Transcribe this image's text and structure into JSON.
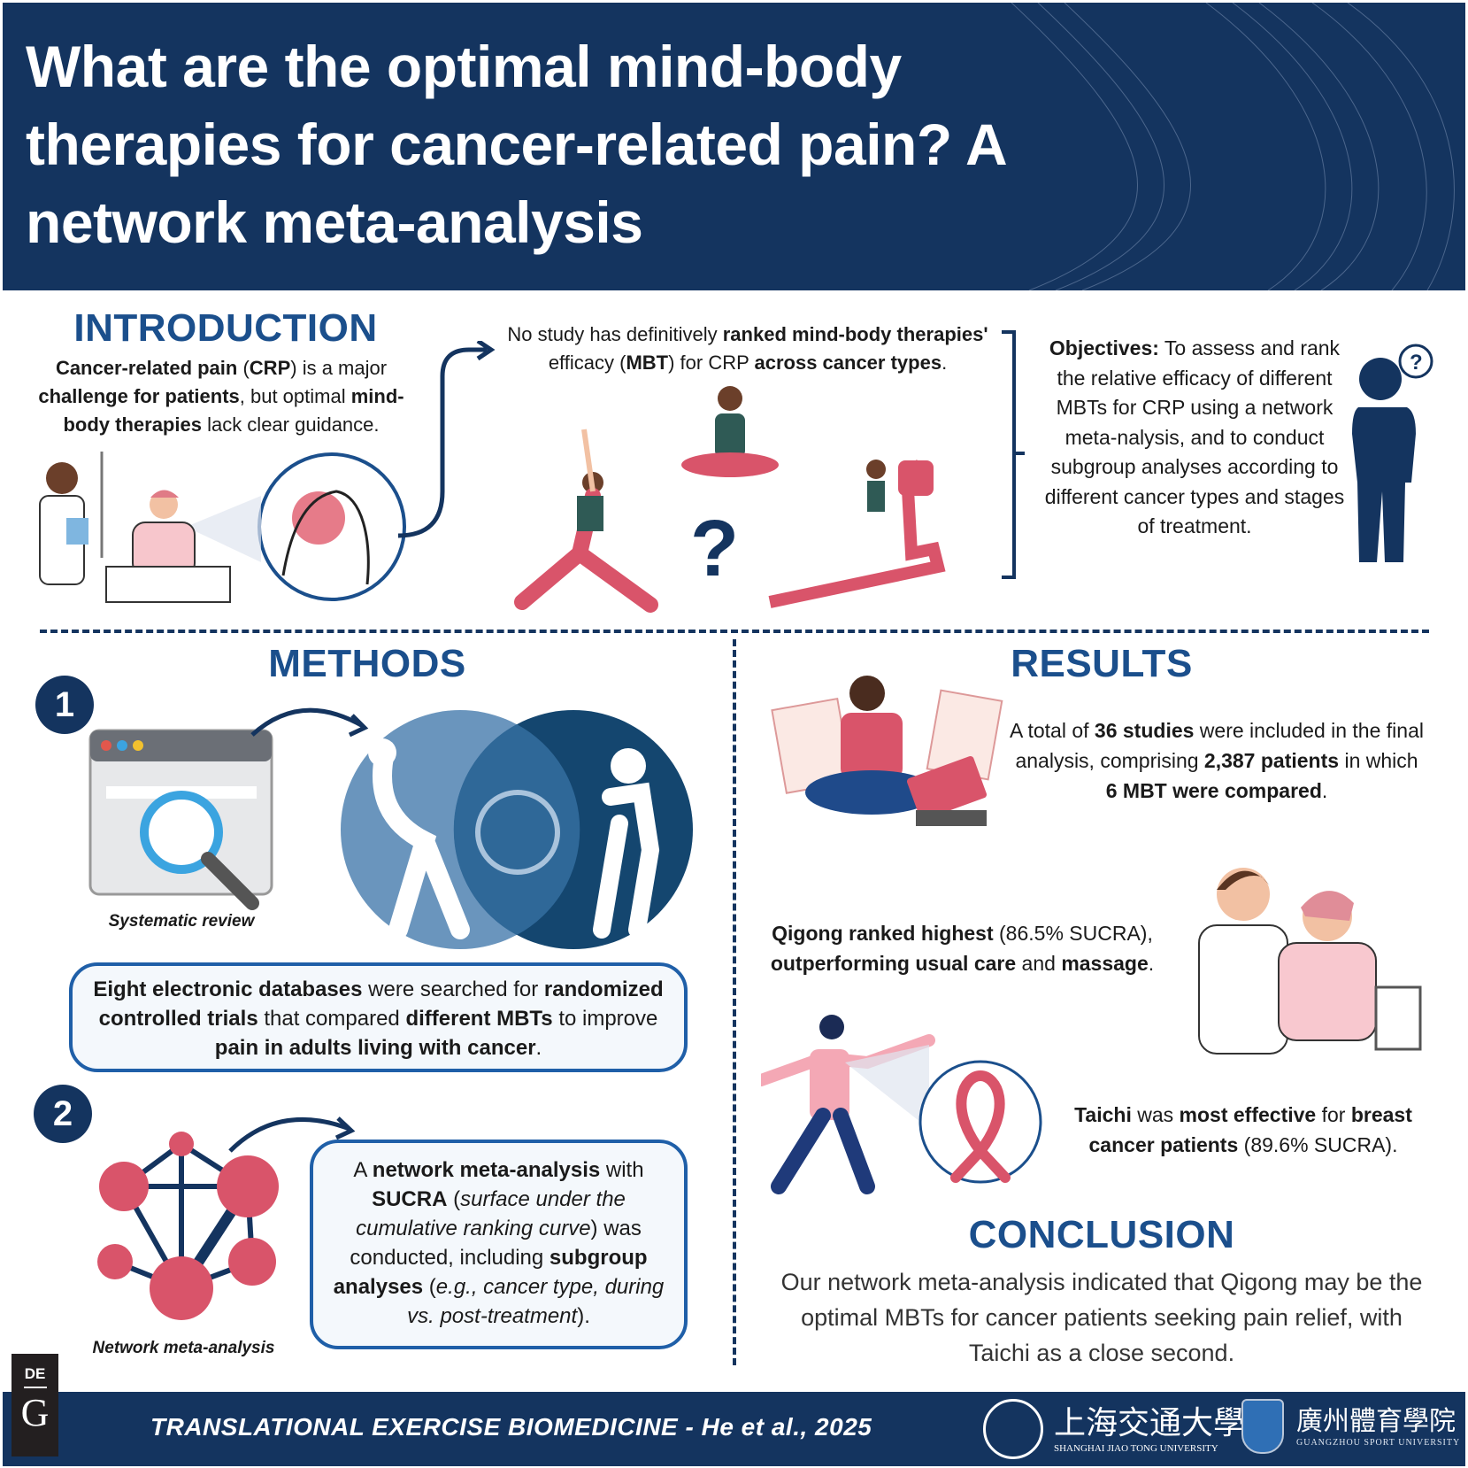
{
  "header": {
    "title": "What are the optimal mind-body therapies for cancer-related pain? A network meta-analysis"
  },
  "introduction": {
    "heading": "INTRODUCTION",
    "text": [
      [
        "Cancer-related pain",
        "b"
      ],
      [
        " (",
        ""
      ],
      [
        "CRP",
        "b"
      ],
      [
        ") is a major ",
        ""
      ],
      [
        "challenge for patients",
        "b"
      ],
      [
        ", but optimal ",
        ""
      ],
      [
        "mind-body therapies",
        "b"
      ],
      [
        " lack clear guidance.",
        ""
      ]
    ],
    "gap": [
      [
        "No study has definitively ",
        ""
      ],
      [
        "ranked mind-body therapies'",
        "b"
      ],
      [
        " efficacy (",
        ""
      ],
      [
        "MBT",
        "b"
      ],
      [
        ") for CRP ",
        ""
      ],
      [
        "across cancer types",
        "b"
      ],
      [
        ".",
        ""
      ]
    ],
    "question_mark": "?",
    "objectives": [
      [
        "Objectives:",
        "b"
      ],
      [
        "  To assess and rank the relative efficacy of different MBTs for CRP using a network meta-nalysis, and to conduct subgroup analyses according to different cancer types and stages of treatment.",
        ""
      ]
    ]
  },
  "methods": {
    "heading": "METHODS",
    "step1": {
      "number": "1",
      "label": "Systematic review",
      "text": [
        [
          "Eight electronic databases",
          "b"
        ],
        [
          " were searched for ",
          ""
        ],
        [
          "randomized controlled trials",
          "b"
        ],
        [
          " that compared ",
          ""
        ],
        [
          "different MBTs",
          "b"
        ],
        [
          " to improve ",
          ""
        ],
        [
          "pain in adults living with cancer",
          "b"
        ],
        [
          ".",
          ""
        ]
      ]
    },
    "step2": {
      "number": "2",
      "label": "Network meta-analysis",
      "text": [
        [
          "A ",
          ""
        ],
        [
          "network meta-analysis",
          "b"
        ],
        [
          " with ",
          ""
        ],
        [
          "SUCRA",
          "b"
        ],
        [
          " (",
          ""
        ],
        [
          "surface under the cumulative ranking curve",
          "i"
        ],
        [
          ") was conducted, including ",
          ""
        ],
        [
          "subgroup analyses",
          "b"
        ],
        [
          " (",
          ""
        ],
        [
          "e.g., cancer type, during vs. post-treatment",
          "i"
        ],
        [
          ").",
          ""
        ]
      ]
    }
  },
  "results": {
    "heading": "RESULTS",
    "summary": [
      [
        "A total of ",
        ""
      ],
      [
        "36 studies",
        "b"
      ],
      [
        " were included in the final analysis, comprising ",
        ""
      ],
      [
        "2,387 patients",
        "b"
      ],
      [
        " in which ",
        ""
      ],
      [
        "6 MBT were compared",
        "b"
      ],
      [
        ".",
        ""
      ]
    ],
    "qigong": [
      [
        "Qigong ranked highest",
        "b"
      ],
      [
        " (86.5% SUCRA), ",
        ""
      ],
      [
        "outperforming usual care",
        "b"
      ],
      [
        " and ",
        ""
      ],
      [
        "massage",
        "b"
      ],
      [
        ".",
        ""
      ]
    ],
    "taichi": [
      [
        "Taichi",
        "b"
      ],
      [
        " was ",
        ""
      ],
      [
        "most effective",
        "b"
      ],
      [
        " for ",
        ""
      ],
      [
        "breast cancer patients",
        "b"
      ],
      [
        " (89.6% SUCRA).",
        ""
      ]
    ]
  },
  "conclusion": {
    "heading": "CONCLUSION",
    "text": "Our network meta-analysis indicated that Qigong may be the optimal MBTs for cancer patients seeking pain relief, with Taichi as a close second."
  },
  "footer": {
    "journal": "TRANSLATIONAL EXERCISE BIOMEDICINE -  He et al., 2025",
    "publisher_logo": [
      "DE",
      "G"
    ],
    "logo1": {
      "cn": "上海交通大學",
      "en": "SHANGHAI JIAO TONG UNIVERSITY"
    },
    "logo2": {
      "cn": "廣州體育學院",
      "en": "GUANGZHOU SPORT UNIVERSITY"
    }
  },
  "colors": {
    "navy": "#14345f",
    "heading_blue": "#1b4f8c",
    "accent_pink": "#d9546a",
    "box_border": "#1f5fa8"
  }
}
